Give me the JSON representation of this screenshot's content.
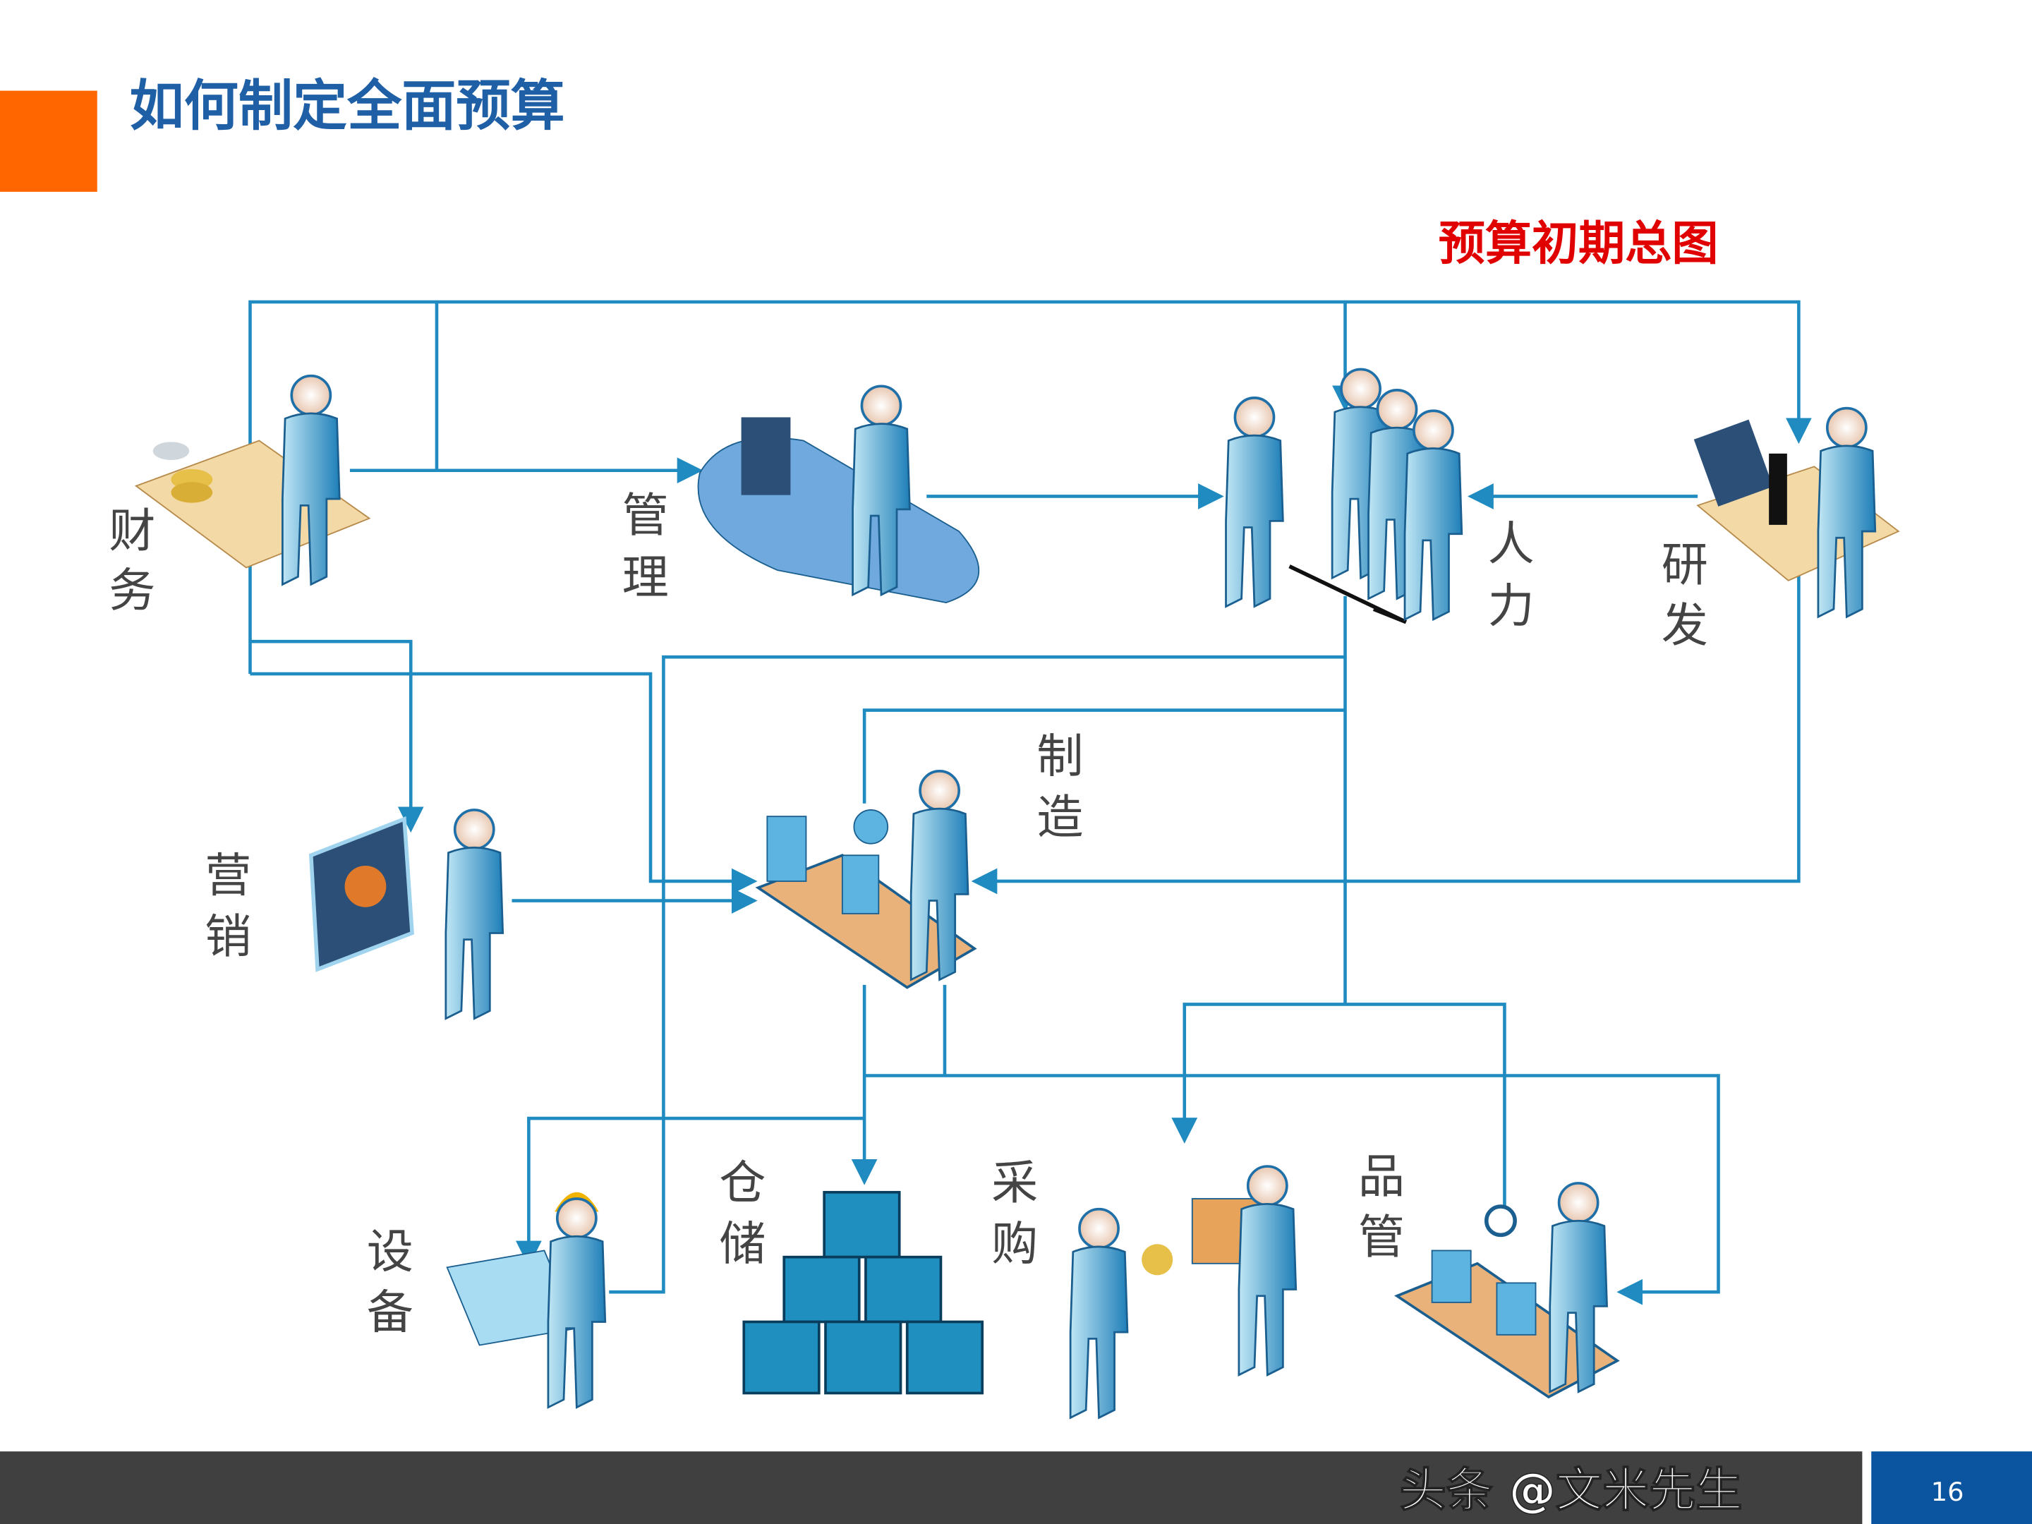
{
  "slide": {
    "title": "如何制定全面预算",
    "subtitle": "预算初期总图",
    "page_number": "16",
    "watermark": "头条 @文米先生",
    "colors": {
      "accent_orange": "#FF6600",
      "title_blue": "#1F5FA6",
      "subtitle_red": "#E00000",
      "line_blue": "#1F8BC0",
      "footer_dark": "#404040",
      "footer_blue": "#0B55A0"
    }
  },
  "nodes": {
    "finance": [
      "财",
      "务"
    ],
    "management": [
      "管",
      "理"
    ],
    "hr": [
      "人",
      "力"
    ],
    "rnd": [
      "研",
      "发"
    ],
    "manufacturing": [
      "制",
      "造"
    ],
    "marketing": [
      "营",
      "销"
    ],
    "equipment": [
      "设",
      "备"
    ],
    "warehouse": [
      "仓",
      "储"
    ],
    "purchasing": [
      "采",
      "购"
    ],
    "quality": [
      "品",
      "管"
    ]
  }
}
